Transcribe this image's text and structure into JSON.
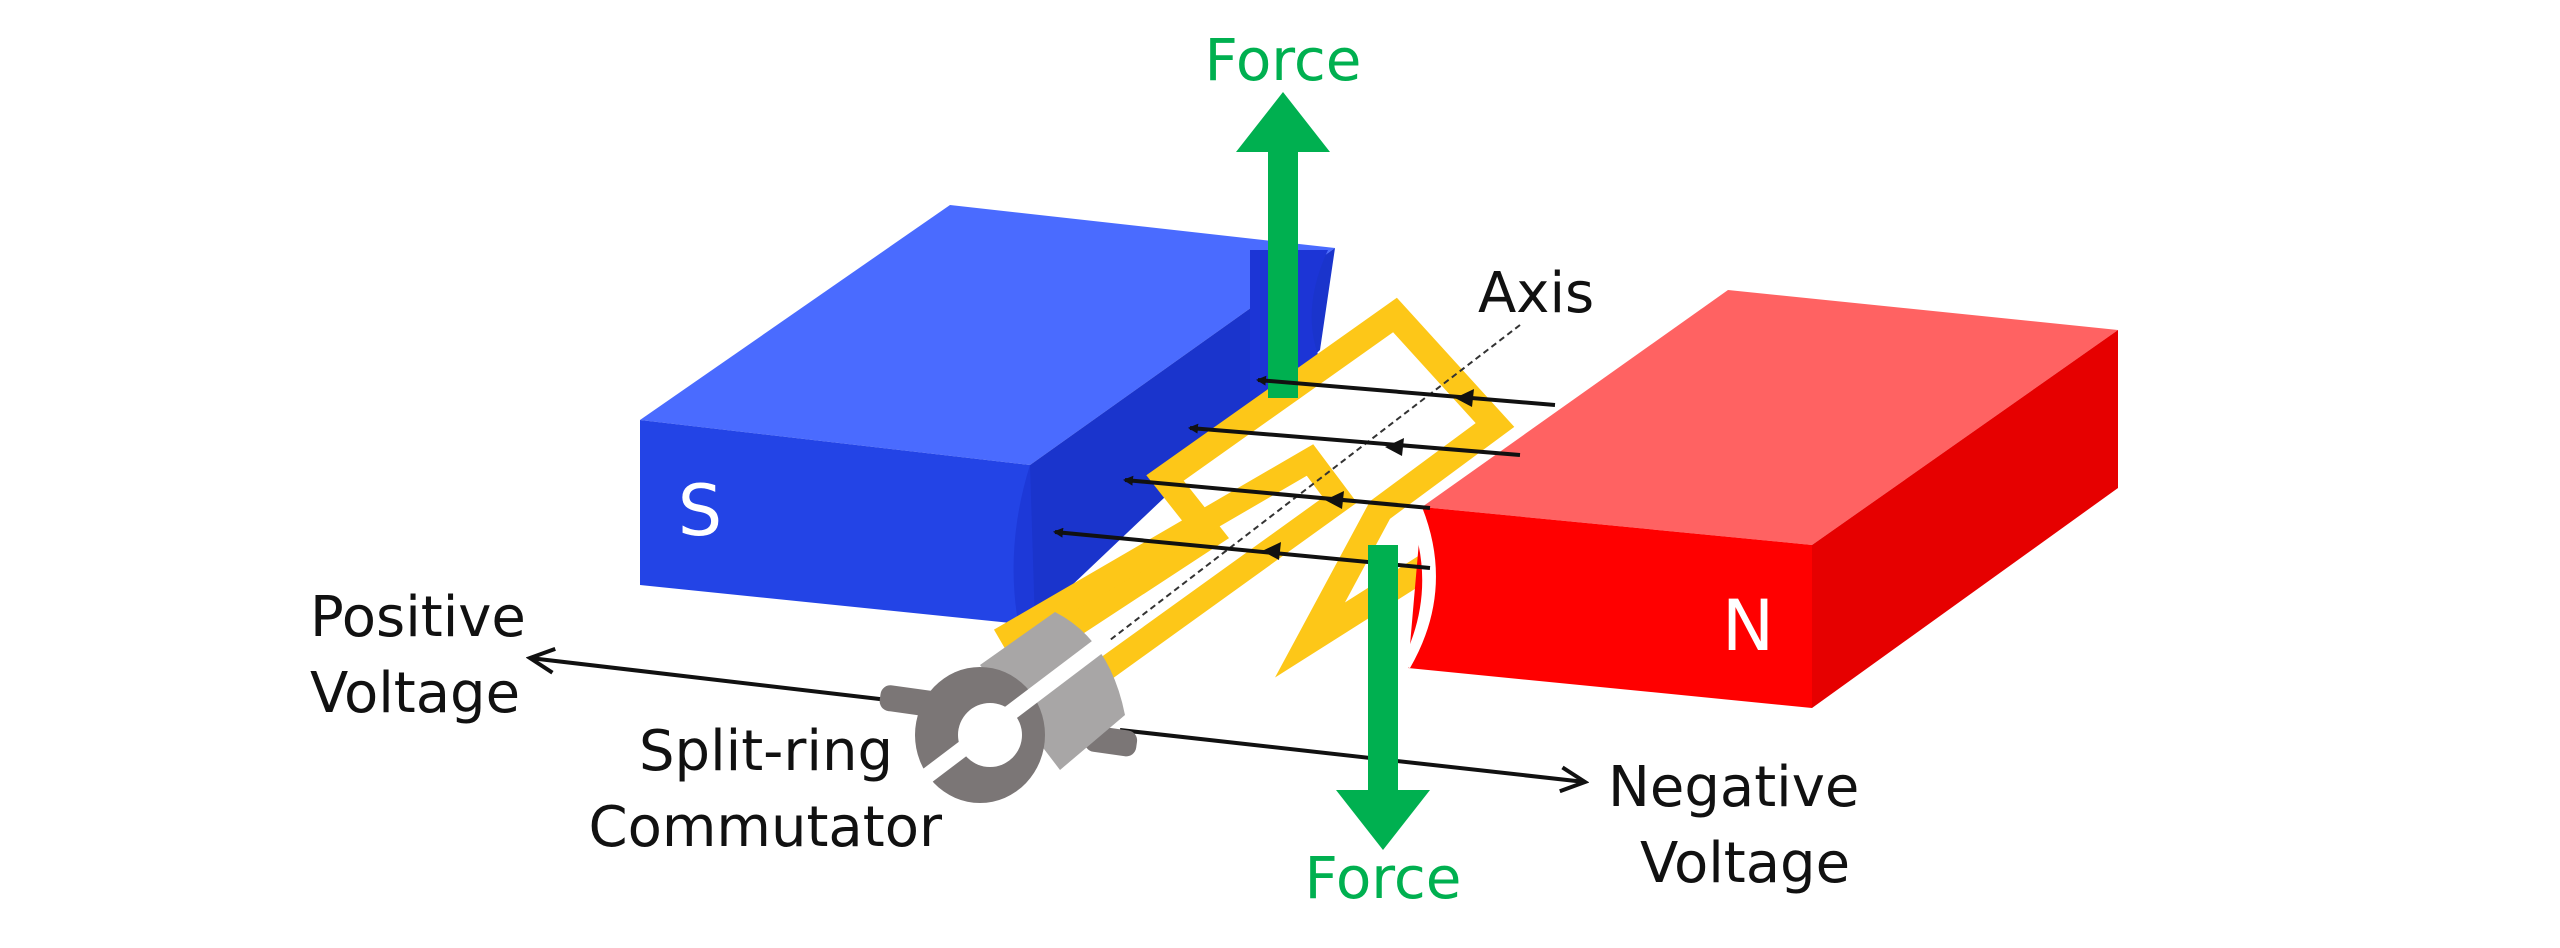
{
  "labels": {
    "force_top": "Force",
    "force_bottom": "Force",
    "axis": "Axis",
    "pole_s": "S",
    "pole_n": "N",
    "positive_line1": "Positive",
    "positive_line2": "Voltage",
    "negative_line1": "Negative",
    "negative_line2": "Voltage",
    "commutator_line1": "Split-ring",
    "commutator_line2": "Commutator"
  },
  "colors": {
    "south_top": "#4a6bff",
    "south_front": "#2344e6",
    "south_side": "#1a34cc",
    "north_top": "#ff6262",
    "north_front": "#ff0000",
    "north_side": "#e60000",
    "coil": "#fdc718",
    "force": "#00b050",
    "field_lines": "#111111",
    "commutator_body": "#a8a6a6",
    "commutator_dark": "#7b7676"
  }
}
